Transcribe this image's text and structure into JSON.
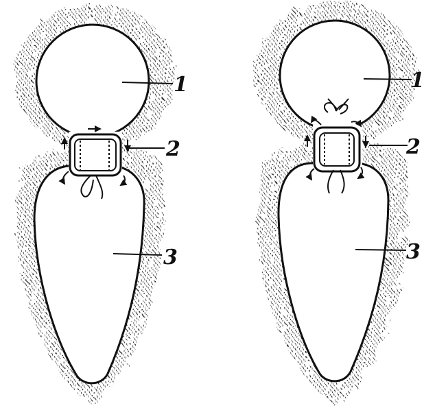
{
  "figures": [
    {
      "labels": [
        {
          "text": "1",
          "target": "upper-sac"
        },
        {
          "text": "2",
          "target": "ring-ligature"
        },
        {
          "text": "3",
          "target": "lower-sac"
        }
      ]
    },
    {
      "labels": [
        {
          "text": "1",
          "target": "upper-sac"
        },
        {
          "text": "2",
          "target": "ring-ligature"
        },
        {
          "text": "3",
          "target": "lower-sac"
        }
      ]
    }
  ],
  "colors": {
    "ink": "#111111",
    "paper": "#ffffff",
    "stipple": "#2a2a2a"
  }
}
